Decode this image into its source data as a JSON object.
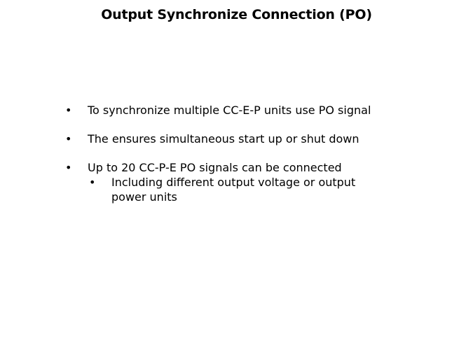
{
  "slide": {
    "title": "Output Synchronize Connection (PO)",
    "bullet_glyph": "•",
    "bullets": [
      {
        "text": "To synchronize multiple CC-E-P units use PO signal"
      },
      {
        "text": "The ensures simultaneous start up or shut down"
      },
      {
        "text": "Up to 20 CC-P-E PO signals can be connected",
        "sub": [
          {
            "text": "Including different output voltage or output power units"
          }
        ]
      }
    ]
  }
}
